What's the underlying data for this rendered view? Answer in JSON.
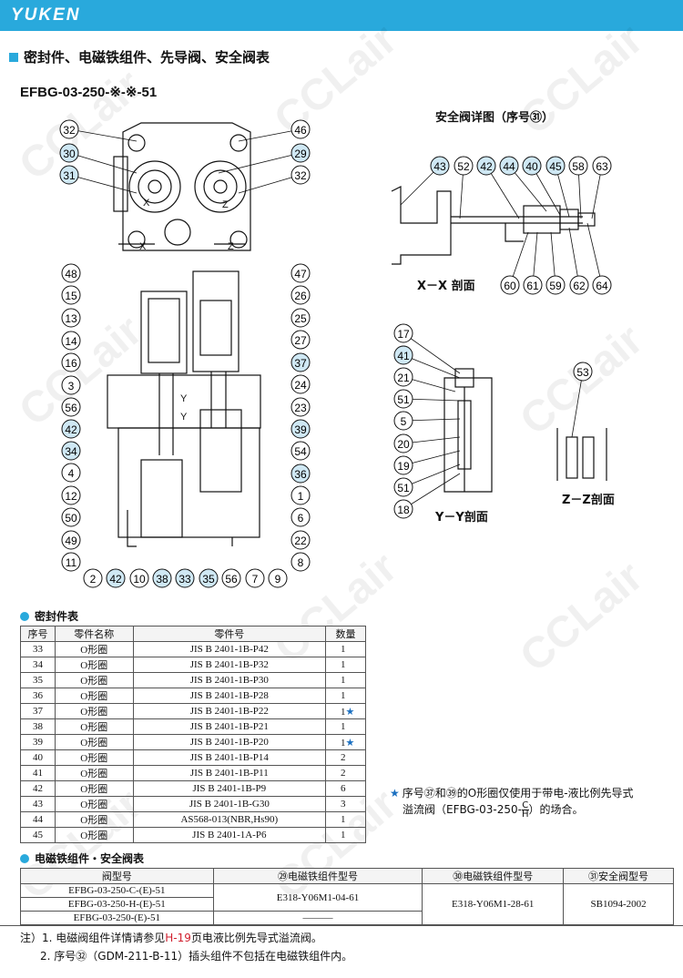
{
  "header": {
    "brand": "YUKEN",
    "accent_color": "#29a9dc"
  },
  "section_title": "密封件、电磁铁组件、先导阀、安全阀表",
  "model_title": "EFBG-03-250-※-※-51",
  "captions": {
    "safety_valve_detail": "安全阀详图（序号㉛）",
    "xx_section": "X－X 剖面",
    "yy_section": "Y－Y剖面",
    "zz_section": "Z－Z剖面"
  },
  "drawing_labels": {
    "x_mark": "X",
    "z_mark": "Z",
    "y_mark": "Y"
  },
  "balloons": {
    "top_view_left": [
      "32",
      "30",
      "31"
    ],
    "top_view_right": [
      "46",
      "29",
      "32"
    ],
    "section_left": [
      "48",
      "15",
      "13",
      "14",
      "16",
      "3",
      "56",
      "42",
      "34",
      "4",
      "12",
      "50",
      "49",
      "11"
    ],
    "section_right": [
      "47",
      "26",
      "25",
      "27",
      "37",
      "24",
      "23",
      "39",
      "54",
      "36",
      "1",
      "6",
      "22",
      "8"
    ],
    "section_bottom": [
      "2",
      "42",
      "10",
      "38",
      "33",
      "35",
      "56",
      "7",
      "9"
    ],
    "detail_top": [
      "43",
      "52",
      "42",
      "44",
      "40",
      "45",
      "58",
      "63"
    ],
    "detail_bottom": [
      "60",
      "61",
      "59",
      "62",
      "64"
    ],
    "yy": [
      "17",
      "41",
      "21",
      "51",
      "5",
      "20",
      "19",
      "51",
      "18"
    ],
    "zz": [
      "53"
    ]
  },
  "highlighted_numbers": [
    "30",
    "31",
    "29",
    "42",
    "34",
    "37",
    "39",
    "36",
    "38",
    "33",
    "35",
    "43",
    "44",
    "40",
    "45",
    "41"
  ],
  "seal_table": {
    "title": "密封件表",
    "headers": [
      "序号",
      "零件名称",
      "零件号",
      "数量"
    ],
    "rows": [
      {
        "no": "33",
        "name": "O形圈",
        "part": "JIS B 2401-1B-P42",
        "qty": "1",
        "star": ""
      },
      {
        "no": "34",
        "name": "O形圈",
        "part": "JIS B 2401-1B-P32",
        "qty": "1",
        "star": ""
      },
      {
        "no": "35",
        "name": "O形圈",
        "part": "JIS B 2401-1B-P30",
        "qty": "1",
        "star": ""
      },
      {
        "no": "36",
        "name": "O形圈",
        "part": "JIS B 2401-1B-P28",
        "qty": "1",
        "star": ""
      },
      {
        "no": "37",
        "name": "O形圈",
        "part": "JIS B 2401-1B-P22",
        "qty": "1",
        "star": "★"
      },
      {
        "no": "38",
        "name": "O形圈",
        "part": "JIS B 2401-1B-P21",
        "qty": "1",
        "star": ""
      },
      {
        "no": "39",
        "name": "O形圈",
        "part": "JIS B 2401-1B-P20",
        "qty": "1",
        "star": "★"
      },
      {
        "no": "40",
        "name": "O形圈",
        "part": "JIS B 2401-1B-P14",
        "qty": "2",
        "star": ""
      },
      {
        "no": "41",
        "name": "O形圈",
        "part": "JIS B 2401-1B-P11",
        "qty": "2",
        "star": ""
      },
      {
        "no": "42",
        "name": "O形圈",
        "part": "JIS B 2401-1B-P9",
        "qty": "6",
        "star": ""
      },
      {
        "no": "43",
        "name": "O形圈",
        "part": "JIS B 2401-1B-G30",
        "qty": "3",
        "star": ""
      },
      {
        "no": "44",
        "name": "O形圈",
        "part": "AS568-013(NBR,Hs90)",
        "qty": "1",
        "star": ""
      },
      {
        "no": "45",
        "name": "O形圈",
        "part": "JIS B 2401-1A-P6",
        "qty": "1",
        "star": ""
      }
    ]
  },
  "note": {
    "star": "★",
    "line1": "序号㊲和㊴的O形圈仅使用于带电-液比例先导式",
    "line2_prefix": "溢流阀（EFBG-03-250-",
    "frac_top": "C",
    "frac_bottom": "H",
    "line2_suffix": "）的场合。"
  },
  "kit_table": {
    "title": "电磁铁组件・安全阀表",
    "headers": [
      "阀型号",
      "㉙电磁铁组件型号",
      "㉚电磁铁组件型号",
      "㉛安全阀型号"
    ],
    "models": [
      "EFBG-03-250-C-(E)-51",
      "EFBG-03-250-H-(E)-51",
      "EFBG-03-250-(E)-51"
    ],
    "coil29_ch": "E318-Y06M1-04-61",
    "coil29_plain": "———",
    "coil30": "E318-Y06M1-28-61",
    "safety": "SB1094-2002"
  },
  "footnotes": {
    "n1_prefix": "注）1. 电磁阀组件详情请参见",
    "n1_link": "H-19",
    "n1_suffix": "页电液比例先导式溢流阀。",
    "n2": "2. 序号㉜（GDM-211-B-11）插头组件不包括在电磁铁组件内。"
  },
  "watermark": "CCLair"
}
